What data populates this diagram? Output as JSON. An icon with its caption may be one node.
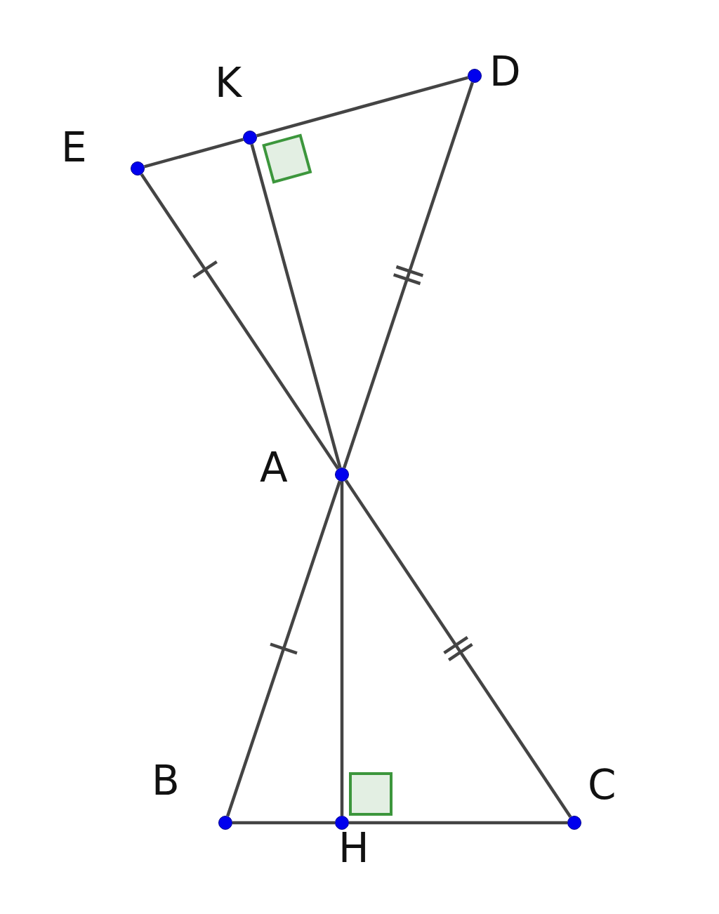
{
  "diagram": {
    "nodes": [
      {
        "text": [
          "K"
        ]
      },
      {
        "text": [
          "D"
        ]
      },
      {
        "text": [
          "E"
        ]
      },
      {
        "text": [
          "A"
        ]
      },
      {
        "text": [
          "B"
        ]
      },
      {
        "text": [
          "C"
        ]
      },
      {
        "text": [
          "H"
        ]
      }
    ],
    "edges": [
      {
        "from": 2,
        "to": 0,
        "arrow": "none"
      },
      {
        "from": 0,
        "to": 1,
        "arrow": "none"
      },
      {
        "from": 2,
        "to": 3,
        "arrow": "none"
      },
      {
        "from": 0,
        "to": 3,
        "arrow": "none"
      },
      {
        "from": 1,
        "to": 3,
        "arrow": "none"
      },
      {
        "from": 3,
        "to": 4,
        "arrow": "none"
      },
      {
        "from": 3,
        "to": 6,
        "arrow": "none"
      },
      {
        "from": 3,
        "to": 5,
        "arrow": "none"
      },
      {
        "from": 4,
        "to": 6,
        "arrow": "none"
      },
      {
        "from": 6,
        "to": 5,
        "arrow": "none"
      }
    ]
  }
}
